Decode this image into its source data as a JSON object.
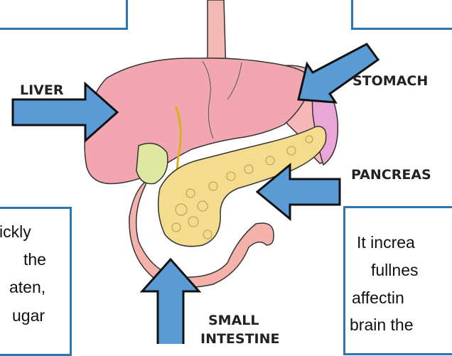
{
  "labels": {
    "liver": "LIVER",
    "stomach": "STOMACH",
    "pancreas": "PANCREAS",
    "small_intestine_line1": "SMALL",
    "small_intestine_line2": "INTESTINE"
  },
  "left_box_lines": [
    "ickly",
    "the",
    "aten,",
    "ugar"
  ],
  "right_box_lines": [
    "It increa",
    "fullnes",
    "affectin",
    "brain the"
  ],
  "colors": {
    "arrow_fill": "#5b9bd5",
    "arrow_stroke": "#111111",
    "box_border": "#2e75b6",
    "liver": "#f2a7b0",
    "stomach": "#f6b7b9",
    "pancreas": "#f3dc8e",
    "gallbladder": "#dfe8a0"
  },
  "icons": [
    "arrow-icon"
  ]
}
